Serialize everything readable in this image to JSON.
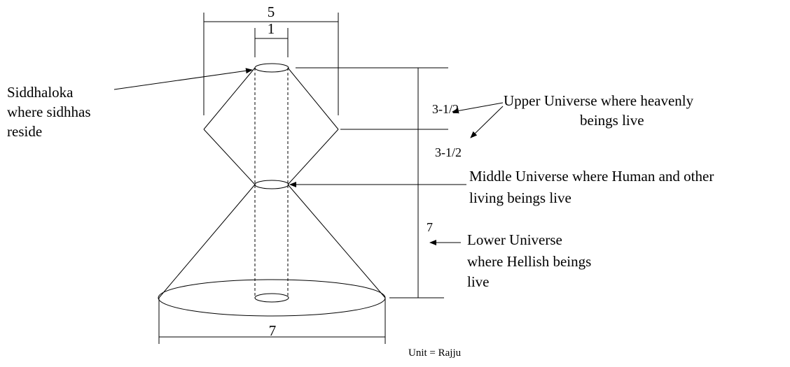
{
  "diagram": {
    "dimensions": {
      "top_width": "5",
      "inner_width": "1",
      "base_width": "7",
      "upper_height_a": "3-1/2",
      "upper_height_b": "3-1/2",
      "lower_height": "7"
    },
    "labels": {
      "siddhaloka": [
        "Siddhaloka",
        "where sidhhas",
        "reside"
      ],
      "upper": [
        "Upper Universe where heavenly",
        "beings live"
      ],
      "middle": [
        "Middle Universe where Human and other",
        "living beings live"
      ],
      "lower": [
        "Lower Universe",
        "where Hellish beings",
        "live"
      ]
    },
    "unit": "Unit = Rajju"
  }
}
